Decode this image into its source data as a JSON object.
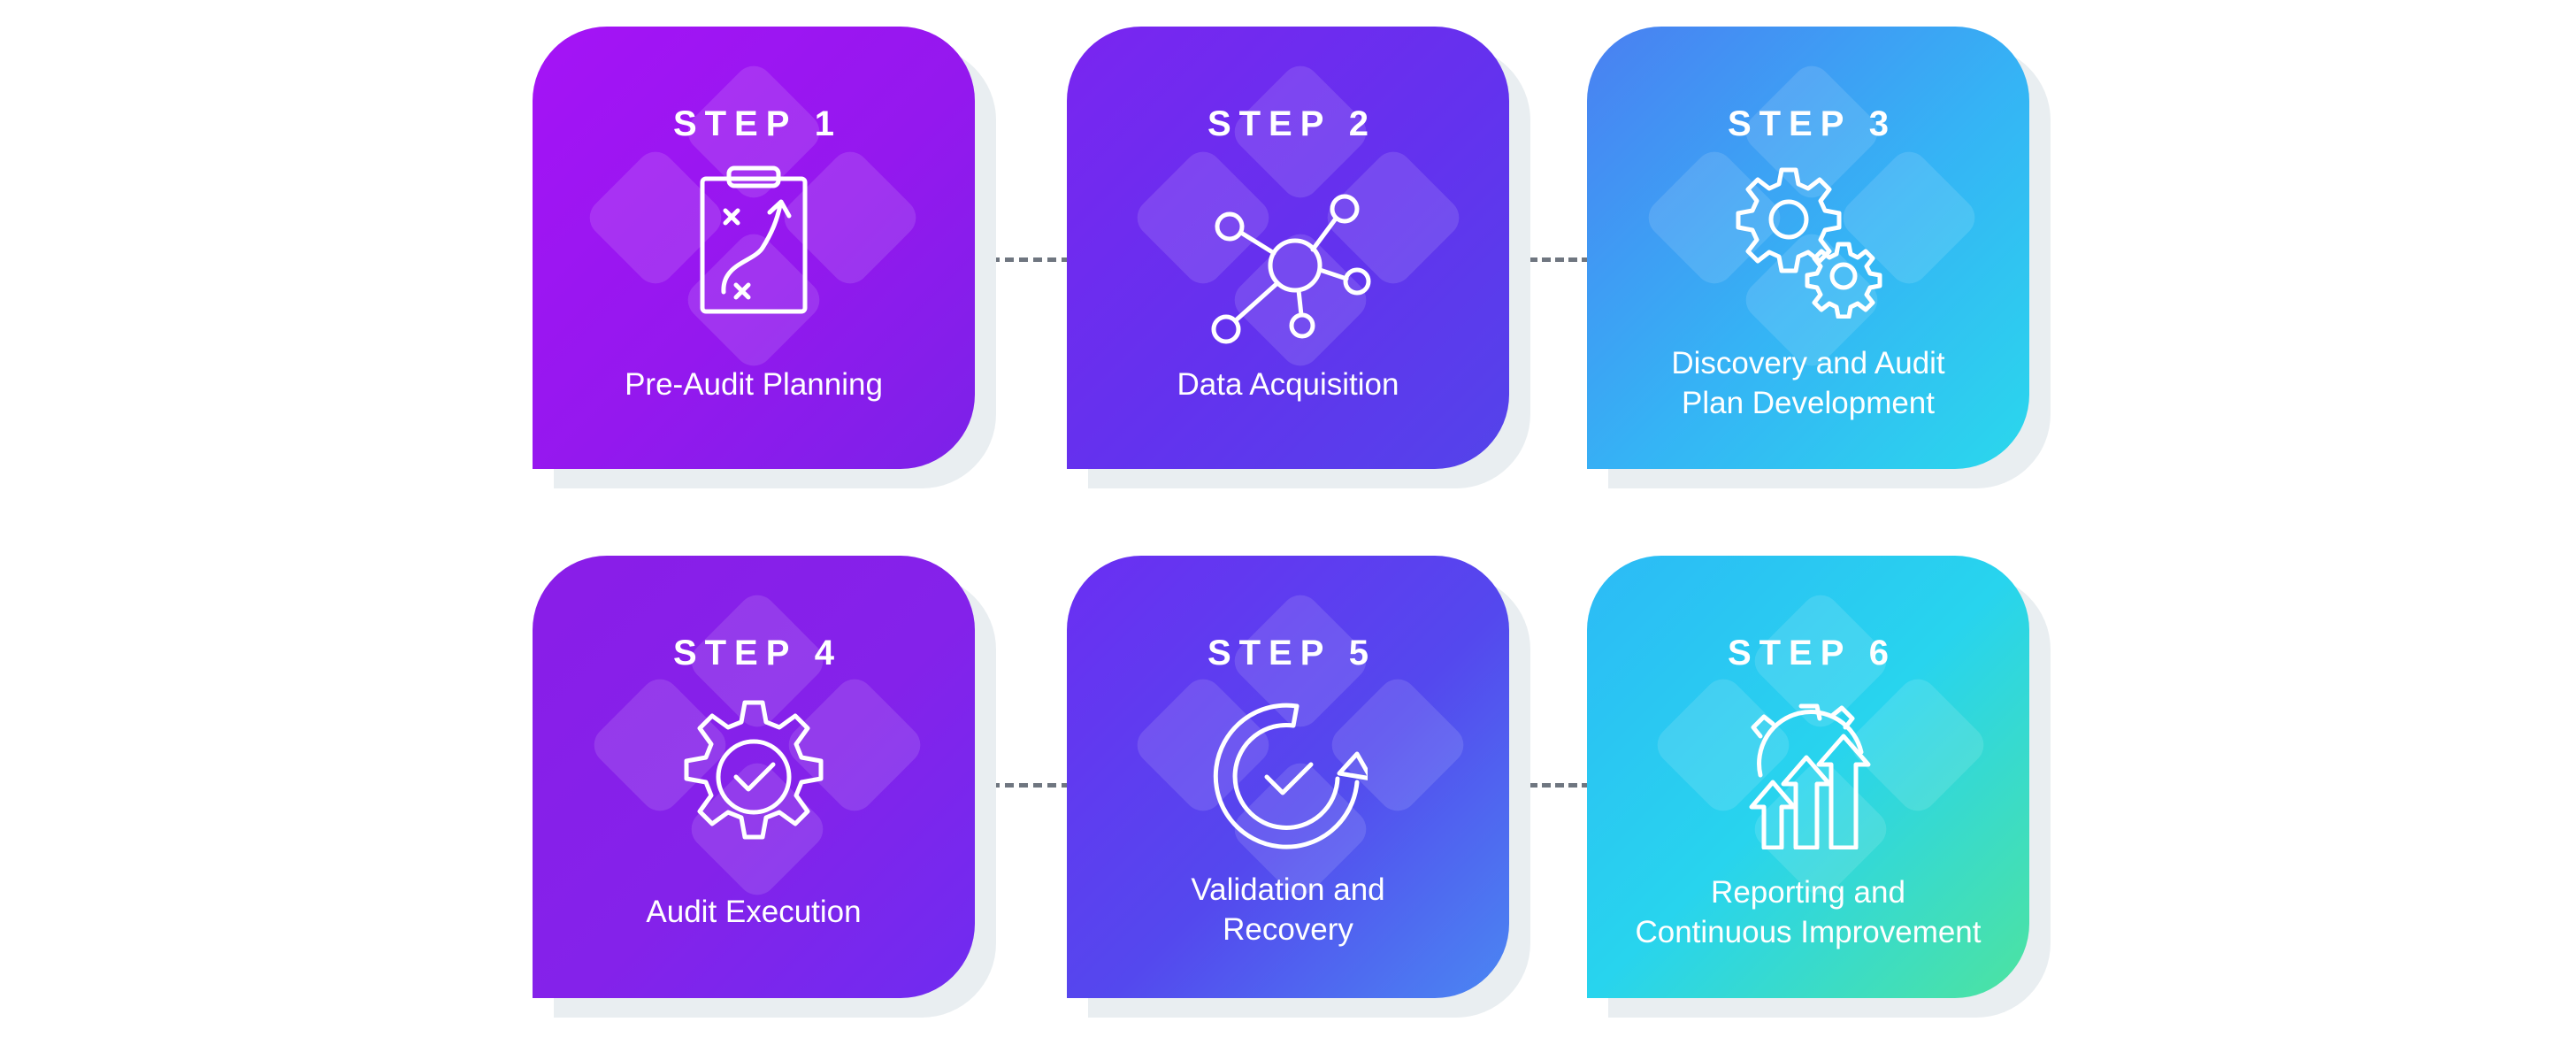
{
  "steps": [
    {
      "step_label": "STEP 1",
      "title_lines": [
        "Pre-Audit Planning"
      ],
      "icon": "clipboard-strategy-icon"
    },
    {
      "step_label": "STEP 2",
      "title_lines": [
        "Data Acquisition"
      ],
      "icon": "network-nodes-icon"
    },
    {
      "step_label": "STEP 3",
      "title_lines": [
        "Discovery and Audit",
        "Plan Development"
      ],
      "icon": "gears-icon"
    },
    {
      "step_label": "STEP 4",
      "title_lines": [
        "Audit Execution"
      ],
      "icon": "gear-check-icon"
    },
    {
      "step_label": "STEP 5",
      "title_lines": [
        "Validation and",
        "Recovery"
      ],
      "icon": "circular-check-arrow-icon"
    },
    {
      "step_label": "STEP 6",
      "title_lines": [
        "Reporting and",
        "Continuous Improvement"
      ],
      "icon": "gear-growth-arrows-icon"
    }
  ],
  "colors": {
    "step1": "#a513f6",
    "step2": "#6332ee",
    "step3": "#35b4f5",
    "step4": "#8422ea",
    "step5": "#5448ee",
    "step6": "#28d4ee",
    "connector": "#6f7680",
    "shadow": "#e9eef1"
  }
}
